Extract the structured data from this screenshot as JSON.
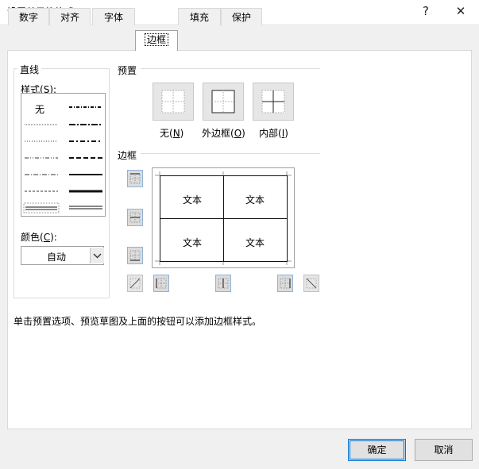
{
  "window": {
    "title": "设置单元格格式",
    "help_label": "?",
    "close_label": "✕"
  },
  "tabs": [
    {
      "label": "数字"
    },
    {
      "label": "对齐"
    },
    {
      "label": "字体"
    },
    {
      "label": "边框"
    },
    {
      "label": "填充"
    },
    {
      "label": "保护"
    }
  ],
  "active_tab": "边框",
  "line_group": {
    "title": "直线",
    "style_label": "样式(S):",
    "none_label": "无",
    "color_label": "颜色(C):",
    "color_value": "自动"
  },
  "presets": {
    "title": "预置",
    "items": [
      {
        "label": "无(N)"
      },
      {
        "label": "外边框(O)"
      },
      {
        "label": "内部(I)"
      }
    ]
  },
  "border": {
    "title": "边框",
    "preview_cells": [
      "文本",
      "文本",
      "文本",
      "文本"
    ]
  },
  "hint": "单击预置选项、预览草图及上面的按钮可以添加边框样式。",
  "buttons": {
    "ok": "确定",
    "cancel": "取消"
  },
  "colors": {
    "accent": "#0078d7",
    "dialog_bg": "#f0f0f0"
  }
}
